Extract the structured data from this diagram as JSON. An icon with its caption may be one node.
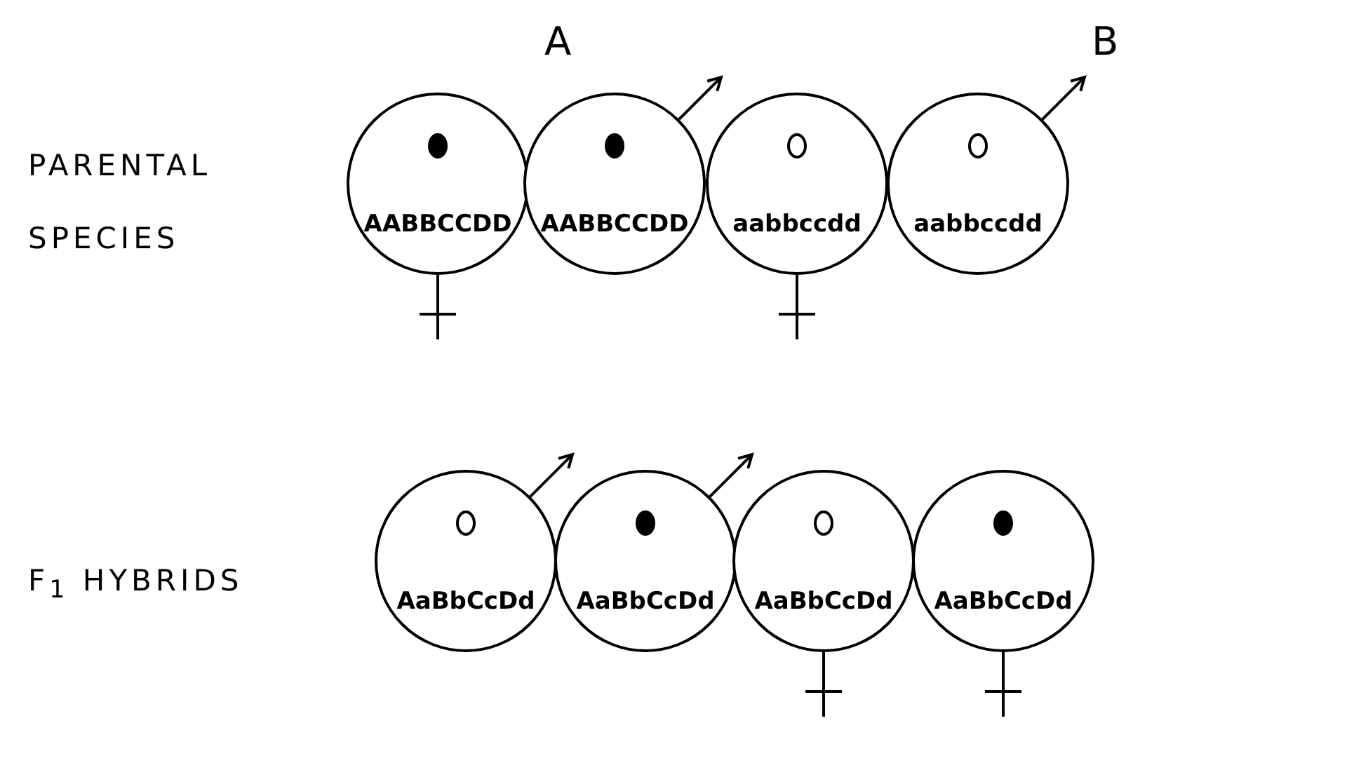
{
  "diagram": {
    "nodes": [
      {
        "text": [
          "AABBCCDD"
        ]
      },
      {
        "text": [
          "AABBCCDD"
        ]
      },
      {
        "text": [
          "aabbccdd"
        ]
      },
      {
        "text": [
          "aabbccdd"
        ]
      },
      {
        "text": [
          "AaBbCcDd"
        ]
      },
      {
        "text": [
          "AaBbCcDd"
        ]
      },
      {
        "text": [
          "AaBbCcDd"
        ]
      },
      {
        "text": [
          "AaBbCcDd"
        ]
      }
    ],
    "labels": [
      "A",
      "B",
      "PARENTAL SPECIES",
      "F$_{1}$ HYBRIDS"
    ]
  }
}
